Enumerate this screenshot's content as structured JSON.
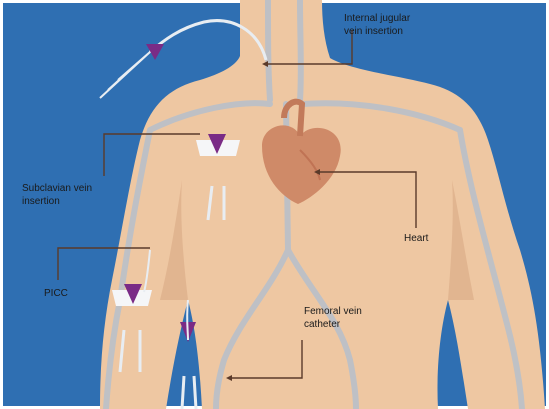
{
  "labels": {
    "internal_jugular_line1": "Internal jugular",
    "internal_jugular_line2": "vein insertion",
    "subclavian_line1": "Subclavian vein",
    "subclavian_line2": "insertion",
    "heart": "Heart",
    "picc": "PICC",
    "femoral_line1": "Femoral vein",
    "femoral_line2": "catheter"
  },
  "colors": {
    "background": "#2f6fb2",
    "skin": "#eec7a2",
    "skin_shadow": "#d9a983",
    "vein": "#b9c0c9",
    "catheter": "#e8edf2",
    "heart": "#cf8a68",
    "insertion_marker": "#7a2b86",
    "callout_line": "#5a3a2a"
  }
}
